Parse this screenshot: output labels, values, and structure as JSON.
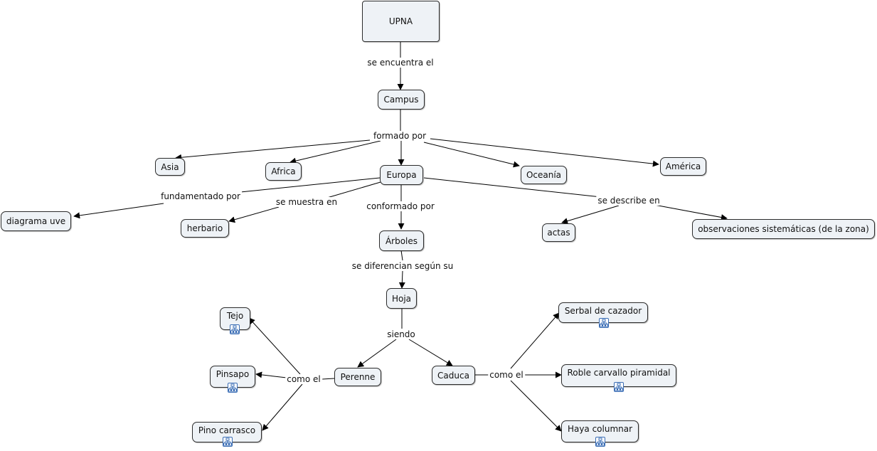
{
  "map": {
    "concepts": {
      "upna": "UPNA",
      "campus": "Campus",
      "asia": "Asia",
      "africa": "Africa",
      "europa": "Europa",
      "oceania": "Oceanía",
      "america": "América",
      "diagrama_uve": "diagrama uve",
      "herbario": "herbario",
      "arboles": "Árboles",
      "actas": "actas",
      "observaciones": "observaciones sistemáticas (de la zona)",
      "hoja": "Hoja",
      "perenne": "Perenne",
      "caduca": "Caduca",
      "tejo": "Tejo",
      "pinsapo": "Pinsapo",
      "pino_carrasco": "Pino carrasco",
      "serbal": "Serbal de cazador",
      "roble": "Roble carvallo piramidal",
      "haya": "Haya columnar"
    },
    "linking_phrases": {
      "se_encuentra_el": "se encuentra el",
      "formado_por": "formado por",
      "fundamentado_por": "fundamentado por",
      "se_muestra_en": "se muestra en",
      "conformado_por": "conformado por",
      "se_describe_en": "se describe en",
      "se_diferencian": "se diferencian según su",
      "siendo": "siendo",
      "como_el_left": "como el",
      "como_el_right": "como el"
    },
    "resource_icon": "concept-map-resource-icon",
    "colors": {
      "node_fill": "#eef2f6",
      "node_border": "#2b2b2b",
      "link": "#000000",
      "icon_border": "#3a6db5"
    }
  }
}
